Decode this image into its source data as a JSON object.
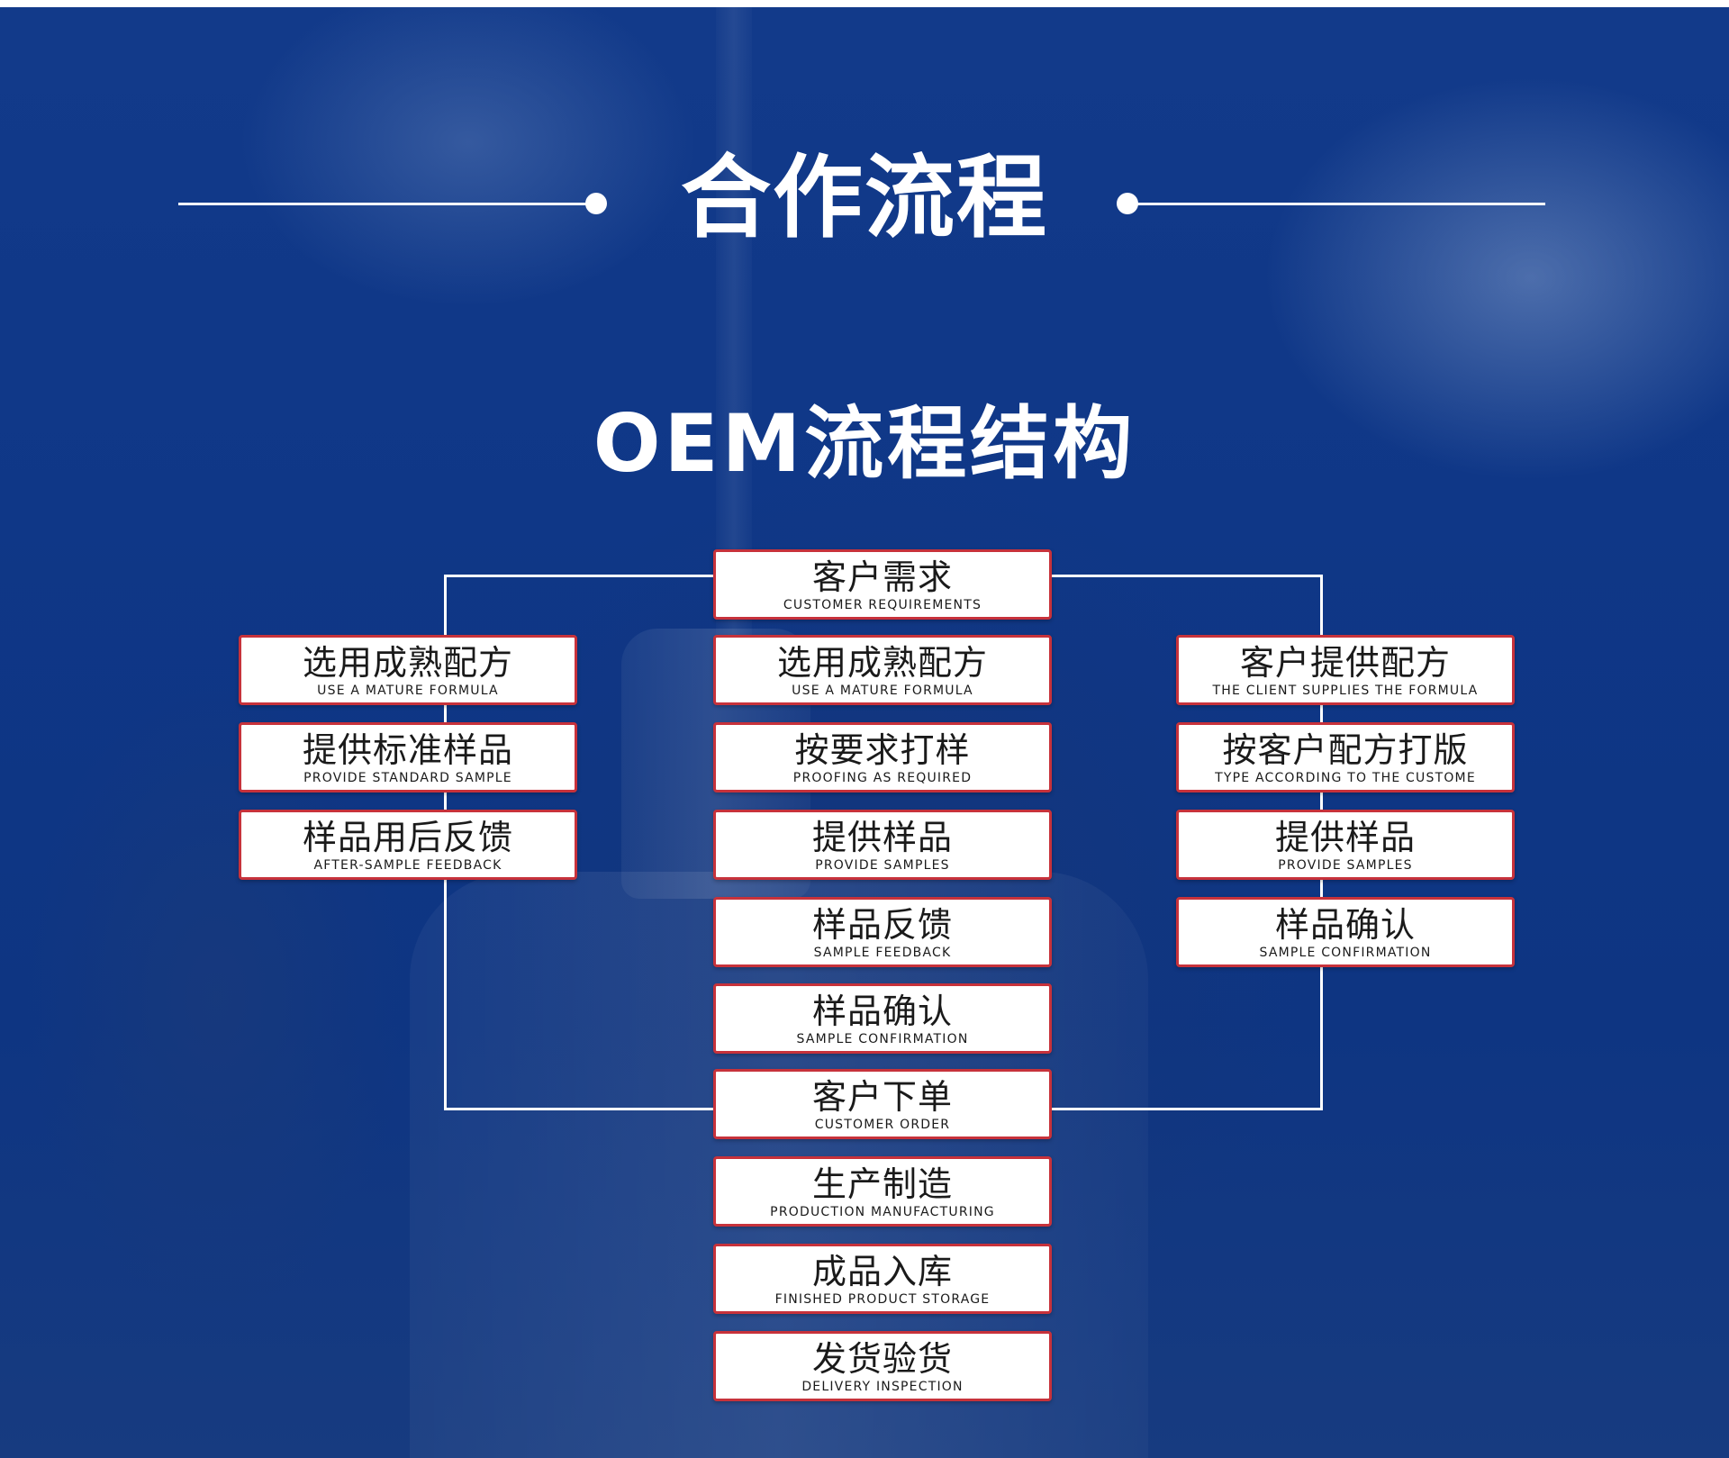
{
  "title": "合作流程",
  "subtitle": "OEM流程结构",
  "colors": {
    "background": "#0f3787",
    "box_border": "#c7323b",
    "box_fill": "#ffffff",
    "text_light": "#ffffff"
  },
  "top": {
    "zh": "客户需求",
    "en": "CUSTOMER REQUIREMENTS"
  },
  "left": [
    {
      "zh": "选用成熟配方",
      "en": "USE A MATURE FORMULA"
    },
    {
      "zh": "提供标准样品",
      "en": "PROVIDE STANDARD SAMPLE"
    },
    {
      "zh": "样品用后反馈",
      "en": "AFTER-SAMPLE FEEDBACK"
    }
  ],
  "center": [
    {
      "zh": "选用成熟配方",
      "en": "USE A MATURE FORMULA"
    },
    {
      "zh": "按要求打样",
      "en": "PROOFING AS REQUIRED"
    },
    {
      "zh": "提供样品",
      "en": "PROVIDE SAMPLES"
    },
    {
      "zh": "样品反馈",
      "en": "SAMPLE FEEDBACK"
    },
    {
      "zh": "样品确认",
      "en": "SAMPLE CONFIRMATION"
    }
  ],
  "right": [
    {
      "zh": "客户提供配方",
      "en": "THE CLIENT SUPPLIES THE FORMULA"
    },
    {
      "zh": "按客户配方打版",
      "en": "TYPE ACCORDING TO THE CUSTOME"
    },
    {
      "zh": "提供样品",
      "en": "PROVIDE SAMPLES"
    },
    {
      "zh": "样品确认",
      "en": "SAMPLE CONFIRMATION"
    }
  ],
  "bottom": [
    {
      "zh": "客户下单",
      "en": "CUSTOMER ORDER"
    },
    {
      "zh": "生产制造",
      "en": "PRODUCTION MANUFACTURING"
    },
    {
      "zh": "成品入库",
      "en": "FINISHED PRODUCT STORAGE"
    },
    {
      "zh": "发货验货",
      "en": "DELIVERY INSPECTION"
    }
  ]
}
